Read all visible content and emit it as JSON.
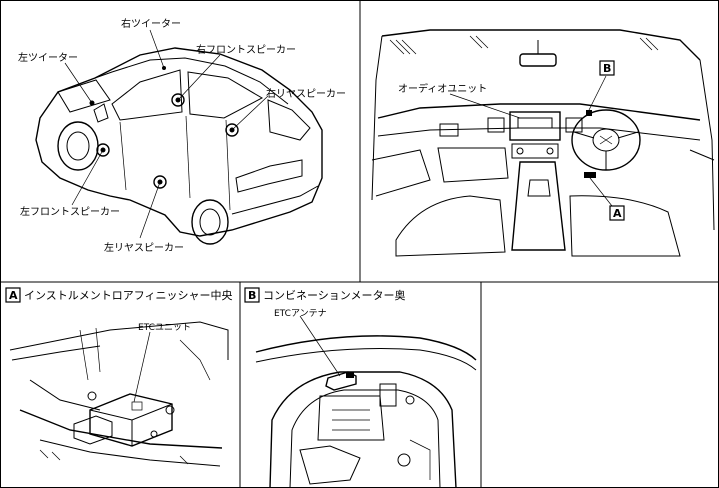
{
  "panels": {
    "car": {
      "labels": {
        "right_tweeter": "右ツイーター",
        "left_tweeter": "左ツイーター",
        "right_front_speaker": "右フロントスピーカー",
        "right_rear_speaker": "右リヤスピーカー",
        "left_front_speaker": "左フロントスピーカー",
        "left_rear_speaker": "左リヤスピーカー"
      }
    },
    "dashboard": {
      "labels": {
        "audio_unit": "オーディオユニット",
        "marker_b": "B",
        "marker_a": "A"
      }
    },
    "detail_a": {
      "caption_letter": "A",
      "caption": "インストルメントロアフィニッシャー中央",
      "etc_unit": "ETCユニット"
    },
    "detail_b": {
      "caption_letter": "B",
      "caption": "コンビネーションメーター奥",
      "etc_antenna": "ETCアンテナ"
    }
  }
}
